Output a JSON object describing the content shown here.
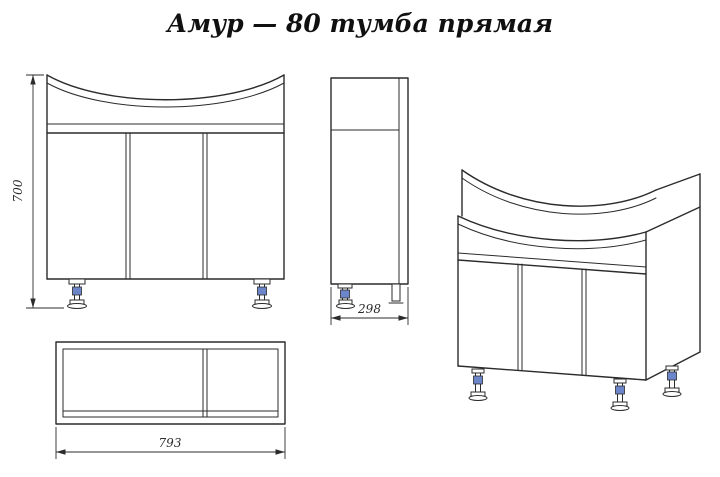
{
  "title": "Амур — 80 тумба прямая",
  "dimensions": {
    "height": "700",
    "width": "793",
    "depth": "298"
  },
  "colors": {
    "line": "#2b2b2b",
    "accent": "#6d86c9",
    "background": "#ffffff"
  }
}
